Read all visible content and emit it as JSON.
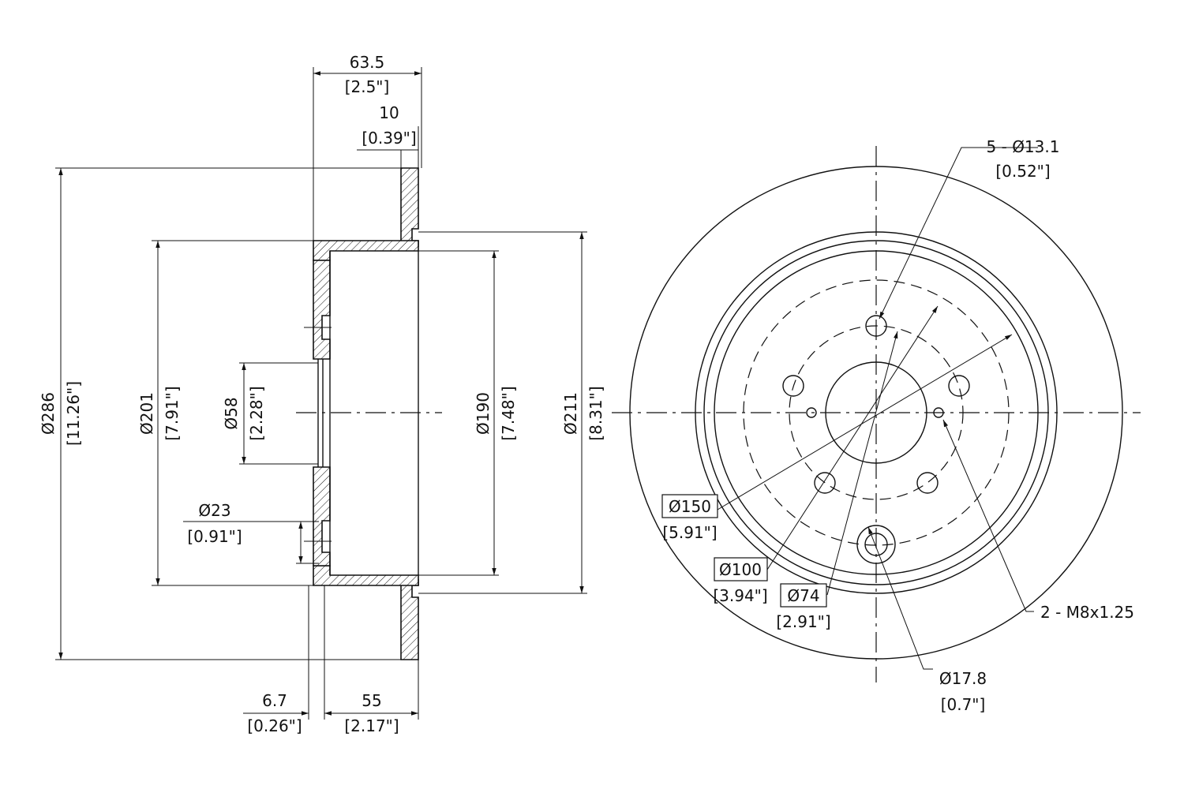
{
  "side_view": {
    "overall_width": {
      "mm": "63.5",
      "in": "[2.5\"]"
    },
    "friction_thickness": {
      "mm": "10",
      "in": "[0.39\"]"
    },
    "outer_diameter": {
      "mm": "Ø286",
      "in": "[11.26\"]"
    },
    "hat_outer_diameter": {
      "mm": "Ø201",
      "in": "[7.91\"]"
    },
    "center_bore": {
      "mm": "Ø58",
      "in": "[2.28\"]"
    },
    "drum_diameter": {
      "mm": "Ø190",
      "in": "[7.48\"]"
    },
    "step_diameter": {
      "mm": "Ø211",
      "in": "[8.31\"]"
    },
    "hole_offset": {
      "mm": "Ø23",
      "in": "[0.91\"]"
    },
    "hat_thickness": {
      "mm": "6.7",
      "in": "[0.26\"]"
    },
    "hat_height": {
      "mm": "55",
      "in": "[2.17\"]"
    }
  },
  "front_view": {
    "bolt_holes": {
      "mm": "5 - Ø13.1",
      "in": "[0.52\"]"
    },
    "threaded_holes": {
      "mm": "2 - M8x1.25"
    },
    "circle_150": {
      "mm": "Ø150",
      "in": "[5.91\"]"
    },
    "circle_100": {
      "mm": "Ø100",
      "in": "[3.94\"]"
    },
    "circle_74": {
      "mm": "Ø74",
      "in": "[2.91\"]"
    },
    "access_hole": {
      "mm": "Ø17.8",
      "in": "[0.7\"]"
    }
  }
}
